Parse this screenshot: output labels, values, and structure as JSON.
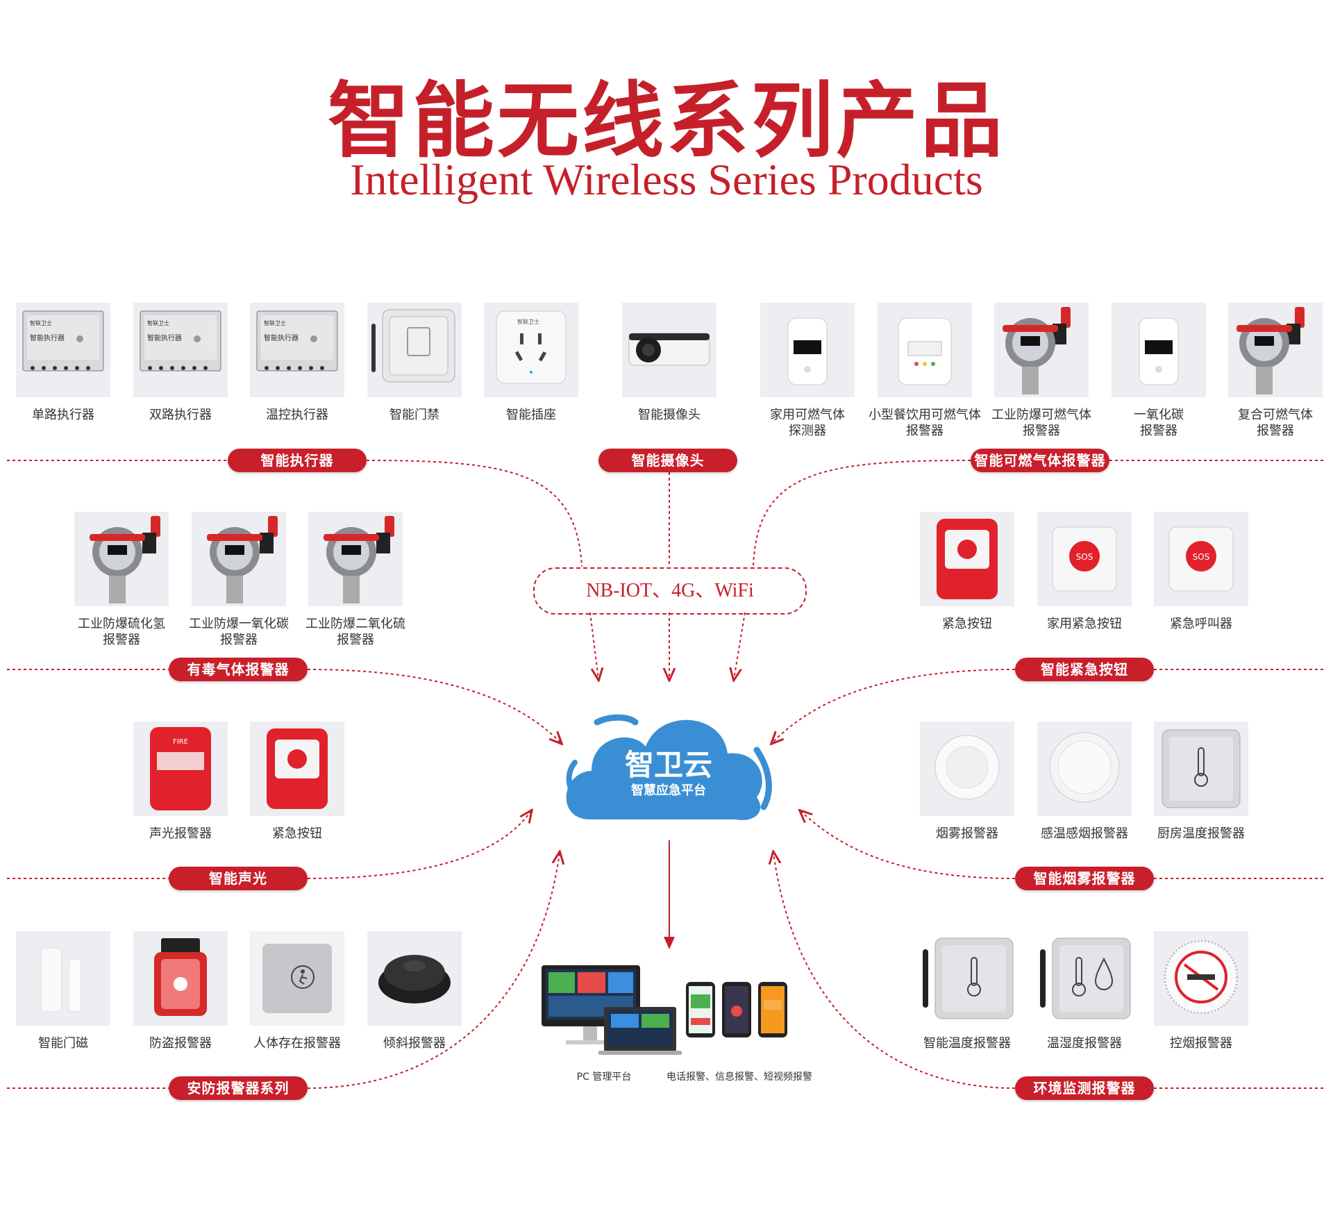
{
  "title_cn": "智能无线系列产品",
  "title_en": "Intelligent Wireless Series Products",
  "network_label": "NB-IOT、4G、WiFi",
  "cloud": {
    "title": "智卫云",
    "subtitle": "智慧应急平台"
  },
  "bottom_captions": {
    "pc": "PC 管理平台",
    "phone": "电话报警、信息报警、短视频报警"
  },
  "groups": {
    "actuator": {
      "label": "智能执行器",
      "items": [
        {
          "label": "单路执行器",
          "icon": "actuator-box",
          "screen_text": "智联卫士",
          "panel_text": "智能执行器"
        },
        {
          "label": "双路执行器",
          "icon": "actuator-box",
          "screen_text": "智联卫士",
          "panel_text": "智能执行器"
        },
        {
          "label": "温控执行器",
          "icon": "actuator-box",
          "screen_text": "智联卫士",
          "panel_text": "智能执行器"
        },
        {
          "label": "智能门禁",
          "icon": "door-controller"
        },
        {
          "label": "智能插座",
          "icon": "smart-socket",
          "screen_text": "智联卫士"
        }
      ]
    },
    "camera": {
      "label": "智能摄像头",
      "items": [
        {
          "label": "智能摄像头",
          "icon": "bullet-camera"
        }
      ]
    },
    "combustible": {
      "label": "智能可燃气体报警器",
      "items": [
        {
          "label": "家用可燃气体\n探测器",
          "icon": "white-gas-detector"
        },
        {
          "label": "小型餐饮用可燃气体\n报警器",
          "icon": "white-gas-detector"
        },
        {
          "label": "工业防爆可燃气体\n报警器",
          "icon": "industrial-detector"
        },
        {
          "label": "一氧化碳\n报警器",
          "icon": "white-gas-detector"
        },
        {
          "label": "复合可燃气体\n报警器",
          "icon": "industrial-detector"
        }
      ]
    },
    "toxic": {
      "label": "有毒气体报警器",
      "items": [
        {
          "label": "工业防爆硫化氢\n报警器",
          "icon": "industrial-detector"
        },
        {
          "label": "工业防爆一氧化碳\n报警器",
          "icon": "industrial-detector"
        },
        {
          "label": "工业防爆二氧化硫\n报警器",
          "icon": "industrial-detector"
        }
      ]
    },
    "emergency": {
      "label": "智能紧急按钮",
      "items": [
        {
          "label": "紧急按钮",
          "icon": "red-emergency-button"
        },
        {
          "label": "家用紧急按钮",
          "icon": "sos-button",
          "button_text": "SOS"
        },
        {
          "label": "紧急呼叫器",
          "icon": "sos-button",
          "button_text": "SOS"
        }
      ]
    },
    "soundlight": {
      "label": "智能声光",
      "items": [
        {
          "label": "声光报警器",
          "icon": "fire-strobe",
          "button_text": "FIRE"
        },
        {
          "label": "紧急按钮",
          "icon": "red-emergency-button"
        }
      ]
    },
    "smoke": {
      "label": "智能烟雾报警器",
      "items": [
        {
          "label": "烟雾报警器",
          "icon": "smoke-detector"
        },
        {
          "label": "感温感烟报警器",
          "icon": "smoke-detector"
        },
        {
          "label": "厨房温度报警器",
          "icon": "thermometer-panel"
        }
      ]
    },
    "security": {
      "label": "安防报警器系列",
      "items": [
        {
          "label": "智能门磁",
          "icon": "door-magnet"
        },
        {
          "label": "防盗报警器",
          "icon": "siren-strobe"
        },
        {
          "label": "人体存在报警器",
          "icon": "presence-sensor"
        },
        {
          "label": "倾斜报警器",
          "icon": "tilt-puck"
        }
      ]
    },
    "environment": {
      "label": "环境监测报警器",
      "items": [
        {
          "label": "智能温度报警器",
          "icon": "thermometer-panel"
        },
        {
          "label": "温湿度报警器",
          "icon": "humidity-panel"
        },
        {
          "label": "控烟报警器",
          "icon": "no-smoking-sensor"
        }
      ]
    }
  },
  "colors": {
    "accent": "#c91f2b",
    "cloud": "#3a8fd4",
    "thumb_bg": "#eceef2"
  }
}
